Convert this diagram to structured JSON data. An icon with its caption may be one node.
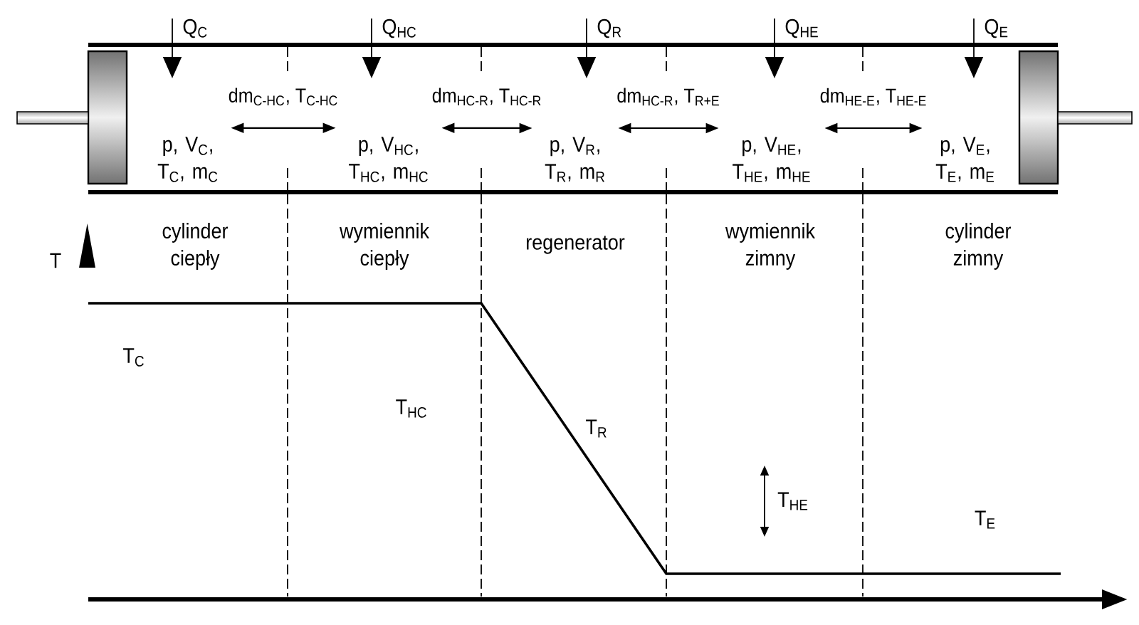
{
  "diagram": {
    "nodes": [
      {
        "text": [
          "p, V$_{C}$, T$_{C}$, m$_{C}$"
        ]
      },
      {
        "text": [
          "p, V$_{HC}$, T$_{HC}$, m$_{HC}$"
        ]
      },
      {
        "text": [
          "p, V$_{R}$, T$_{R}$, m$_{R}$"
        ]
      },
      {
        "text": [
          "p, V$_{HE}$, T$_{HE}$, m$_{HE}$"
        ]
      },
      {
        "text": [
          "p, V$_{E}$, T$_{E}$, m$_{E}$"
        ]
      }
    ],
    "edges": [
      {
        "from": 0,
        "to": 1,
        "arrow": "both",
        "label": "dm$_{C-HC}$, T$_{C-HC}$"
      },
      {
        "from": 1,
        "to": 2,
        "arrow": "both",
        "label": "dm$_{HC-R}$, T$_{HC-R}$"
      },
      {
        "from": 2,
        "to": 3,
        "arrow": "both",
        "label": "dm$_{HC-R}$, T$_{R+E}$"
      },
      {
        "from": 3,
        "to": 4,
        "arrow": "both",
        "label": "dm$_{HE-E}$, T$_{HE-E}$"
      }
    ],
    "labels": [
      "Q$_{C}$",
      "Q$_{HC}$",
      "Q$_{R}$",
      "Q$_{HE}$",
      "Q$_{E}$",
      "T",
      "cylinder ciepły",
      "wymiennik ciepły",
      "regenerator",
      "wymiennik zimny",
      "cylinder zimny",
      "T$_{C}$",
      "T$_{HC}$",
      "T$_{R}$",
      "T$_{HE}$",
      "T$_{E}$"
    ]
  }
}
